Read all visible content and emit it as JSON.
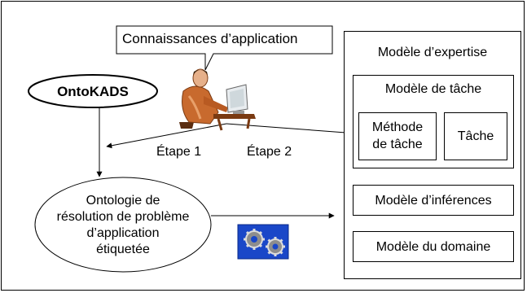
{
  "knowledge_label": "Connaissances d’application",
  "ontokads_label": "OntoKADS",
  "step1_label": "Étape 1",
  "step2_label": "Étape 2",
  "ontology_lines": [
    "Ontologie de",
    "résolution de problème",
    "d’application",
    "étiquetée"
  ],
  "expertise": {
    "title": "Modèle d’expertise",
    "task_model": {
      "title": "Modèle de tâche",
      "method_lines": [
        "Méthode",
        "de tâche"
      ],
      "task": "Tâche"
    },
    "inference_model": "Modèle d’inférences",
    "domain_model": "Modèle du domaine"
  },
  "colors": {
    "gear_background": "#1a47c8",
    "gear_color": "#8d8d8d",
    "person_shirt": "#c86a2e"
  }
}
